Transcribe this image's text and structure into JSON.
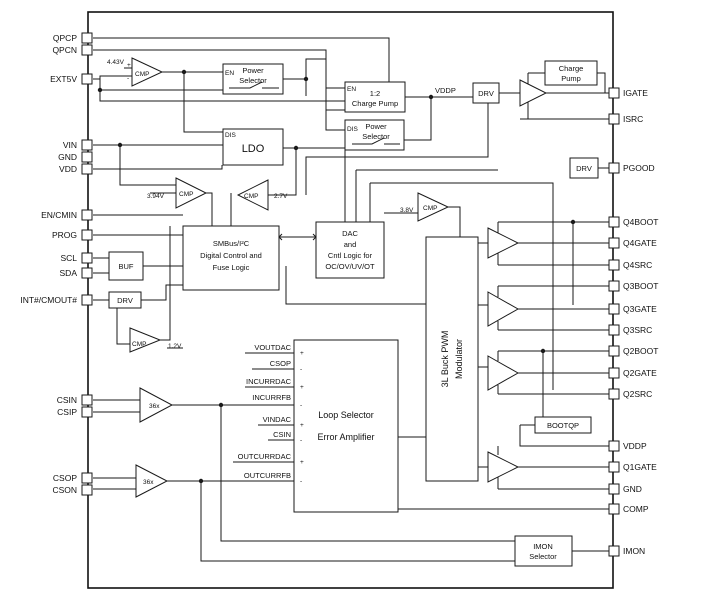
{
  "pins_left": [
    "QPCP",
    "QPCN",
    "EXT5V",
    "VIN",
    "GND",
    "VDD",
    "EN/CMIN",
    "PROG",
    "SCL",
    "SDA",
    "INT#/CMOUT#",
    "CSIN",
    "CSIP",
    "CSOP",
    "CSON"
  ],
  "pins_right": [
    "IGATE",
    "ISRC",
    "PGOOD",
    "Q4BOOT",
    "Q4GATE",
    "Q4SRC",
    "Q3BOOT",
    "Q3GATE",
    "Q3SRC",
    "Q2BOOT",
    "Q2GATE",
    "Q2SRC",
    "VDDP",
    "Q1GATE",
    "GND",
    "COMP",
    "IMON"
  ],
  "blocks": {
    "power_selector_1": [
      "Power",
      "Selector"
    ],
    "power_selector_2": [
      "Power",
      "Selector"
    ],
    "charge_pump_half": [
      "1:2",
      "Charge Pump"
    ],
    "charge_pump": [
      "Charge",
      "Pump"
    ],
    "ldo": "LDO",
    "drv": "DRV",
    "buf": "BUF",
    "smbus": [
      "SMBus/I²C",
      "Digital Control and",
      "Fuse Logic"
    ],
    "dac": [
      "DAC",
      "and",
      "Cntl Logic for",
      "OC/OV/UV/OT"
    ],
    "buck": [
      "3L Buck PWM",
      "Modulator"
    ],
    "loop": [
      "Loop Selector",
      "Error Amplifier"
    ],
    "imon": [
      "IMON",
      "Selector"
    ],
    "bootqp": "BOOTQP"
  },
  "amps": {
    "cmp": "CMP",
    "gain": "36x"
  },
  "enable_tags": {
    "en": "EN",
    "dis": "DIS"
  },
  "net_labels": {
    "vddp": "VDDP",
    "v443": "4.43V",
    "v394": "3.94V",
    "v27": "2.7V",
    "v38": "3.8V",
    "v12": "1.2V"
  },
  "loop_inputs": [
    "VOUTDAC",
    "CSOP",
    "INCURRDAC",
    "INCURRFB",
    "VINDAC",
    "CSIN",
    "OUTCURRDAC",
    "OUTCURRFB"
  ],
  "signs": {
    "plus": "+",
    "minus": "-"
  }
}
